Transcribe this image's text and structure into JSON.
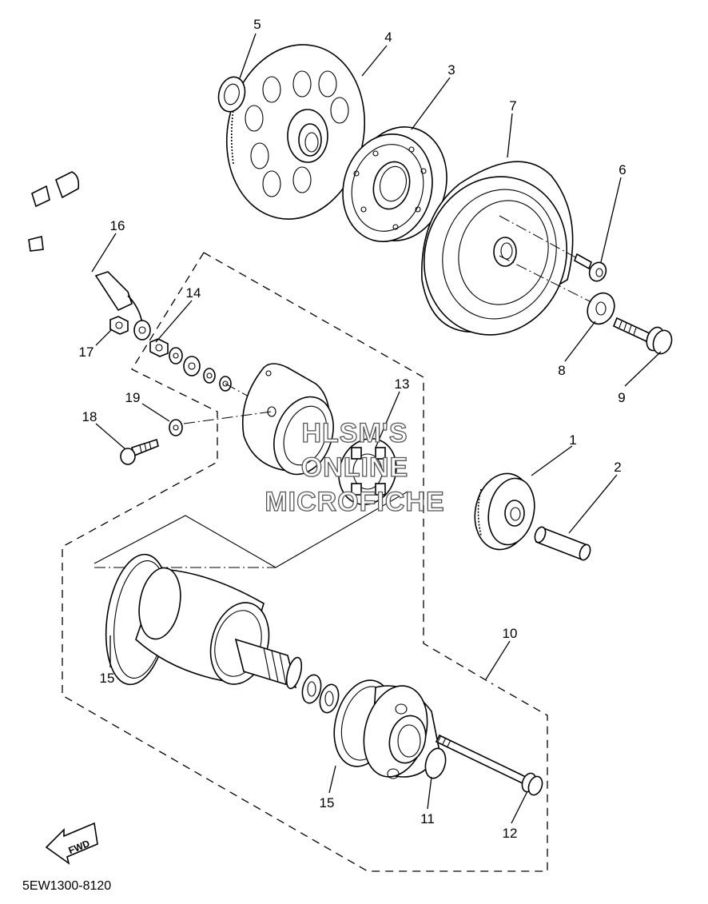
{
  "diagram": {
    "code": "5EW1300-8120",
    "fwd_label": "FWD",
    "watermark": [
      "HLSM'S",
      "ONLINE",
      "MICROFICHE"
    ],
    "callouts": {
      "c1": "1",
      "c2": "2",
      "c3": "3",
      "c4": "4",
      "c5": "5",
      "c6": "6",
      "c7": "7",
      "c8": "8",
      "c9": "9",
      "c10": "10",
      "c11": "11",
      "c12": "12",
      "c13": "13",
      "c14": "14",
      "c15a": "15",
      "c15b": "15",
      "c16": "16",
      "c17": "17",
      "c18": "18",
      "c19": "19"
    }
  }
}
